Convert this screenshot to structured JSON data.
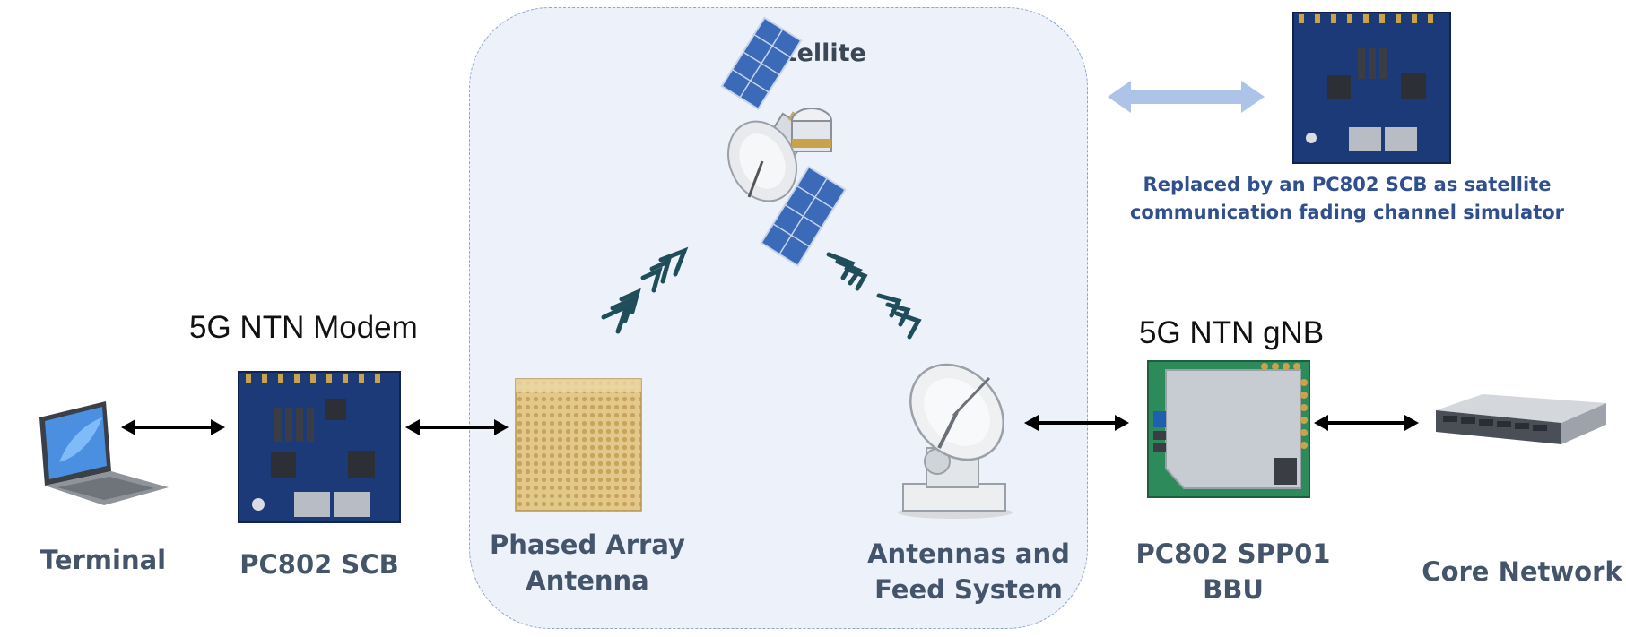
{
  "labels": {
    "satellite": "Satellite",
    "modem_heading": "5G NTN Modem",
    "gnb_heading": "5G NTN gNB",
    "terminal": "Terminal",
    "scb": "PC802 SCB",
    "phased_line1": "Phased Array",
    "phased_line2": "Antenna",
    "antennas_line1": "Antennas and",
    "antennas_line2": "Feed System",
    "bbu_line1": "PC802 SPP01",
    "bbu_line2": "BBU",
    "core": "Core Network"
  },
  "note": {
    "line1": "Replaced by an PC802 SCB as satellite",
    "line2": "communication fading channel simulator"
  },
  "colors": {
    "label_text": "#44546a",
    "note_text": "#2f4f8f",
    "space_box_fill": "#edf1fa",
    "space_box_border": "#8fa6cc",
    "signal_chevrons": "#1f4e5a",
    "pcb_blue": "#1d3a78",
    "double_arrow_light": "#aec3e8"
  },
  "icons": [
    "laptop-icon",
    "pcb-board-icon",
    "phased-array-panel-icon",
    "satellite-icon",
    "ground-dish-icon",
    "bbu-board-icon",
    "server-rack-icon"
  ]
}
